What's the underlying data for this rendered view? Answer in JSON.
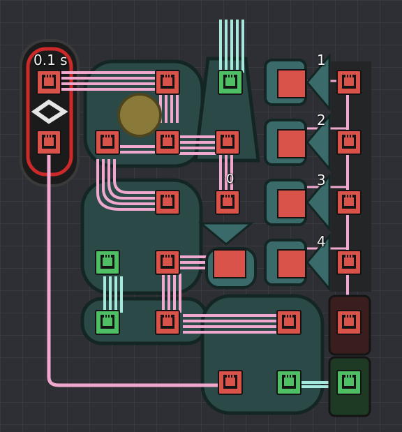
{
  "timer": {
    "label": "0.1 s"
  },
  "channels": {
    "one": "1",
    "two": "2",
    "three": "3",
    "four": "4",
    "zero": "0"
  },
  "colors": {
    "background": "#2e2f34",
    "chassis": "#2b4a47",
    "chassis_edge": "#142624",
    "wire_pink": "#f0a8cf",
    "wire_cyan": "#a6e8dc",
    "port_red": "#d9534a",
    "port_green": "#4fbf66",
    "timer_red": "#cc2a2a",
    "brass": "#8a7a3a"
  }
}
